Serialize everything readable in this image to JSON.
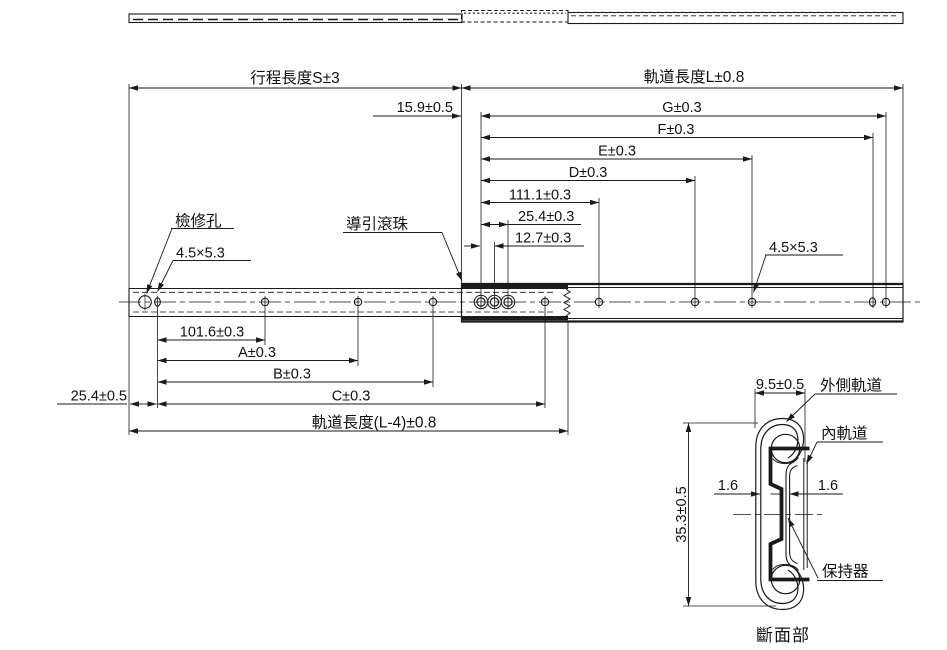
{
  "drawing": {
    "type": "engineering-drawing",
    "caption": "斷面部",
    "colors": {
      "line": "#1a1a1a",
      "background": "#ffffff"
    },
    "dims": {
      "stroke_length": "行程長度S±3",
      "rail_length": "軌道長度L±0.8",
      "end_offset": "15.9±0.5",
      "g": "G±0.3",
      "f": "F±0.3",
      "e": "E±0.3",
      "d": "D±0.3",
      "d111": "111.1±0.3",
      "d254": "25.4±0.3",
      "d127": "12.7±0.3",
      "d1016": "101.6±0.3",
      "a": "A±0.3",
      "b": "B±0.3",
      "c": "C±0.3",
      "d254_left": "25.4±0.5",
      "rail_length_minus4": "軌道長度(L-4)±0.8",
      "slot_left": "4.5×5.3",
      "slot_right": "4.5×5.3"
    },
    "callouts": {
      "inspection_hole": "檢修孔",
      "guide_balls": "導引滾珠"
    },
    "section": {
      "width": "9.5±0.5",
      "height": "35.3±0.5",
      "gap_left": "1.6",
      "gap_right": "1.6",
      "outer_rail": "外側軌道",
      "inner_rail": "內軌道",
      "retainer": "保持器",
      "caption": "斷面部"
    }
  }
}
